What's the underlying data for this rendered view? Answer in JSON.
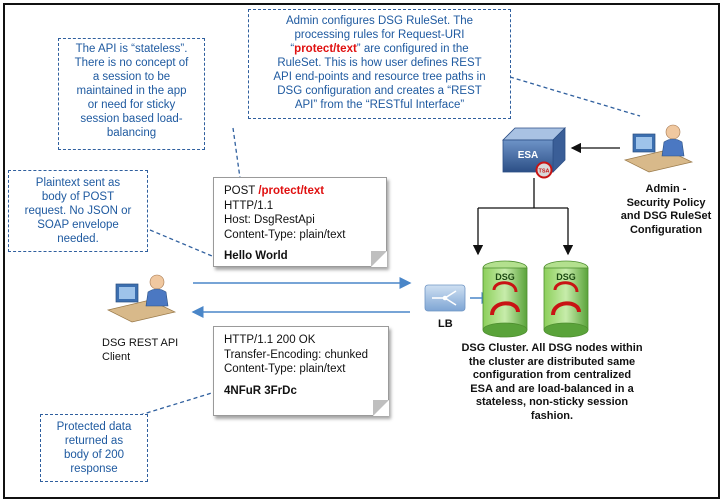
{
  "notes": {
    "stateless": [
      "The API is “stateless”.",
      "There is no concept of",
      "a session to be",
      "maintained in the app",
      "or need for sticky",
      "session based load-",
      "balancing"
    ],
    "plaintext": [
      "Plaintext sent as",
      "body of POST",
      "request. No JSON or",
      "SOAP envelope",
      "needed."
    ],
    "admin_ruleset": {
      "line1": "Admin  configures DSG RuleSet. The",
      "line2": "processing rules for Request-URI",
      "line3_pre": "“",
      "line3_red": "protect/text",
      "line3_post": "” are configured in the",
      "line4": "RuleSet. This is how user defines REST",
      "line5": "API end-points and resource tree paths in",
      "line6": "DSG configuration and creates a “REST",
      "line7": "API” from the “RESTful Interface”"
    },
    "protected": [
      "Protected data",
      "returned as",
      "body of 200",
      "response"
    ]
  },
  "request": {
    "method": "POST ",
    "path": "/protect/text",
    "proto": " HTTP/1.1",
    "host": "Host: DsgRestApi",
    "content_type": "Content-Type: plain/text",
    "body": "Hello World"
  },
  "response": {
    "status": "HTTP/1.1 200 OK",
    "transfer": "Transfer-Encoding: chunked",
    "content_type": "Content-Type: plain/text",
    "body": "4NFuR 3FrDc"
  },
  "labels": {
    "client": [
      "DSG REST API",
      "Client"
    ],
    "lb": "LB",
    "esa": "ESA",
    "esa_badge": "TSA",
    "admin": [
      "Admin -",
      "Security Policy",
      "and DSG RuleSet",
      "Configuration"
    ],
    "dsg_node": "DSG",
    "cluster": [
      "DSG Cluster. All DSG nodes within",
      "the cluster are distributed same",
      "configuration from centralized",
      "ESA and are load-balanced in a",
      "stateless, non-sticky session",
      "fashion."
    ]
  },
  "colors": {
    "note_border": "#2f5f9e",
    "note_text": "#1f5aa0",
    "arrow": "#4a86c8",
    "highlight": "#e01010"
  }
}
